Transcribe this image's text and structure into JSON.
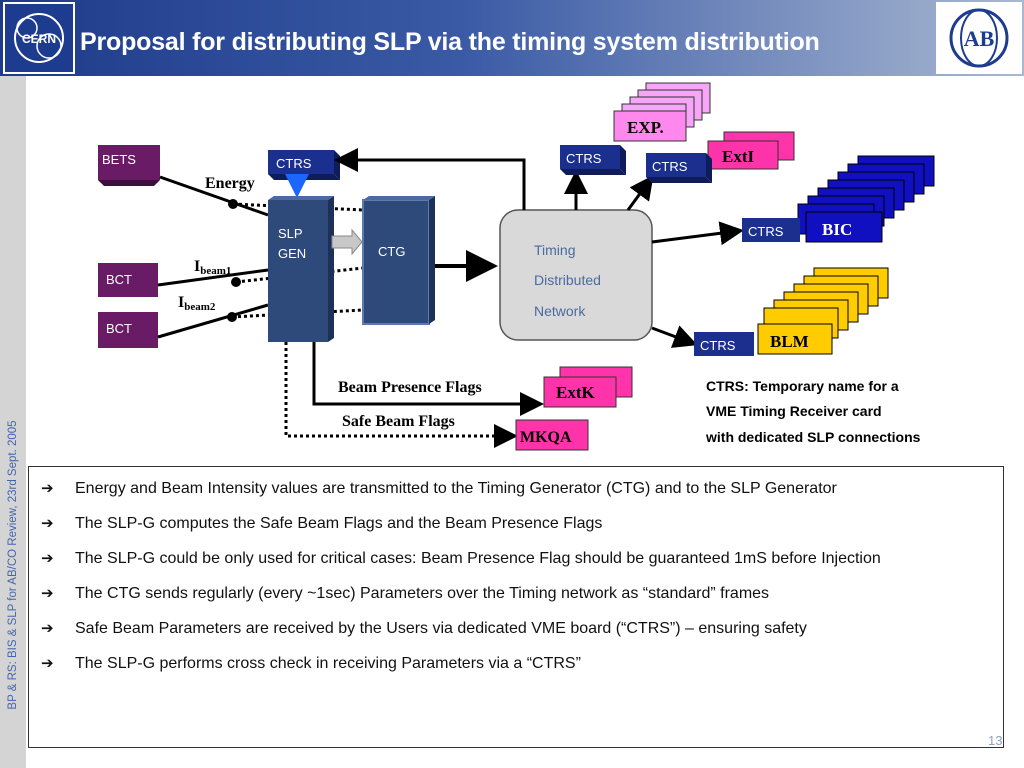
{
  "header": {
    "title": "Proposal for distributing SLP via the timing system distribution",
    "cern_logo_text": "CERN",
    "ab_logo_text": "AB"
  },
  "sidebar": {
    "footer_text": "BP & RS:  BIS & SLP for AB/CO Review, 23rd Sept. 2005"
  },
  "diagram": {
    "bets": "BETS",
    "bct1": "BCT",
    "bct2": "BCT",
    "energy": "Energy",
    "ibeam1_main": "I",
    "ibeam1_sub": "beam1",
    "ibeam2_main": "I",
    "ibeam2_sub": "beam2",
    "ctrs_top": "CTRS",
    "slp_line1": "SLP",
    "slp_line2": "GEN",
    "ctg": "CTG",
    "tdn_line1": "Timing",
    "tdn_line2": "Distributed",
    "tdn_line3": "Network",
    "ctrs_net": "CTRS",
    "ctrs_exti": "CTRS",
    "exp": "EXP.",
    "exti": "ExtI",
    "ctrs_bic": "CTRS",
    "bic": "BIC",
    "ctrs_blm": "CTRS",
    "blm": "BLM",
    "beam_presence_flags": "Beam Presence Flags",
    "safe_beam_flags": "Safe Beam Flags",
    "extk": "ExtK",
    "mkqa": "MKQA",
    "note_line1": "CTRS: Temporary name for a",
    "note_line2": "VME Timing Receiver card",
    "note_line3": "with dedicated SLP connections"
  },
  "bullets": [
    "Energy and Beam Intensity values are transmitted to the Timing Generator (CTG) and to the SLP Generator",
    "The SLP-G computes the Safe Beam Flags and the Beam Presence Flags",
    "The SLP-G could be only used for critical cases: Beam Presence Flag should be guaranteed 1mS before Injection",
    "The CTG sends regularly (every ~1sec) Parameters over the Timing network as “standard” frames",
    "Safe Beam Parameters are received by the Users via dedicated VME board (“CTRS”) – ensuring safety",
    "The SLP-G performs cross check in receiving Parameters via a “CTRS”"
  ],
  "page_number": "13",
  "colors": {
    "purple_box": "#6a1b66",
    "navy_box": "#1b2f8e",
    "slp_box": "#2e4a7a",
    "pink_box": "#ff33aa",
    "light_pink": "#f7a6f7",
    "bic_blue": "#1010c0",
    "blm_yellow": "#ffcc00",
    "network_gray": "#d9d9d9"
  }
}
